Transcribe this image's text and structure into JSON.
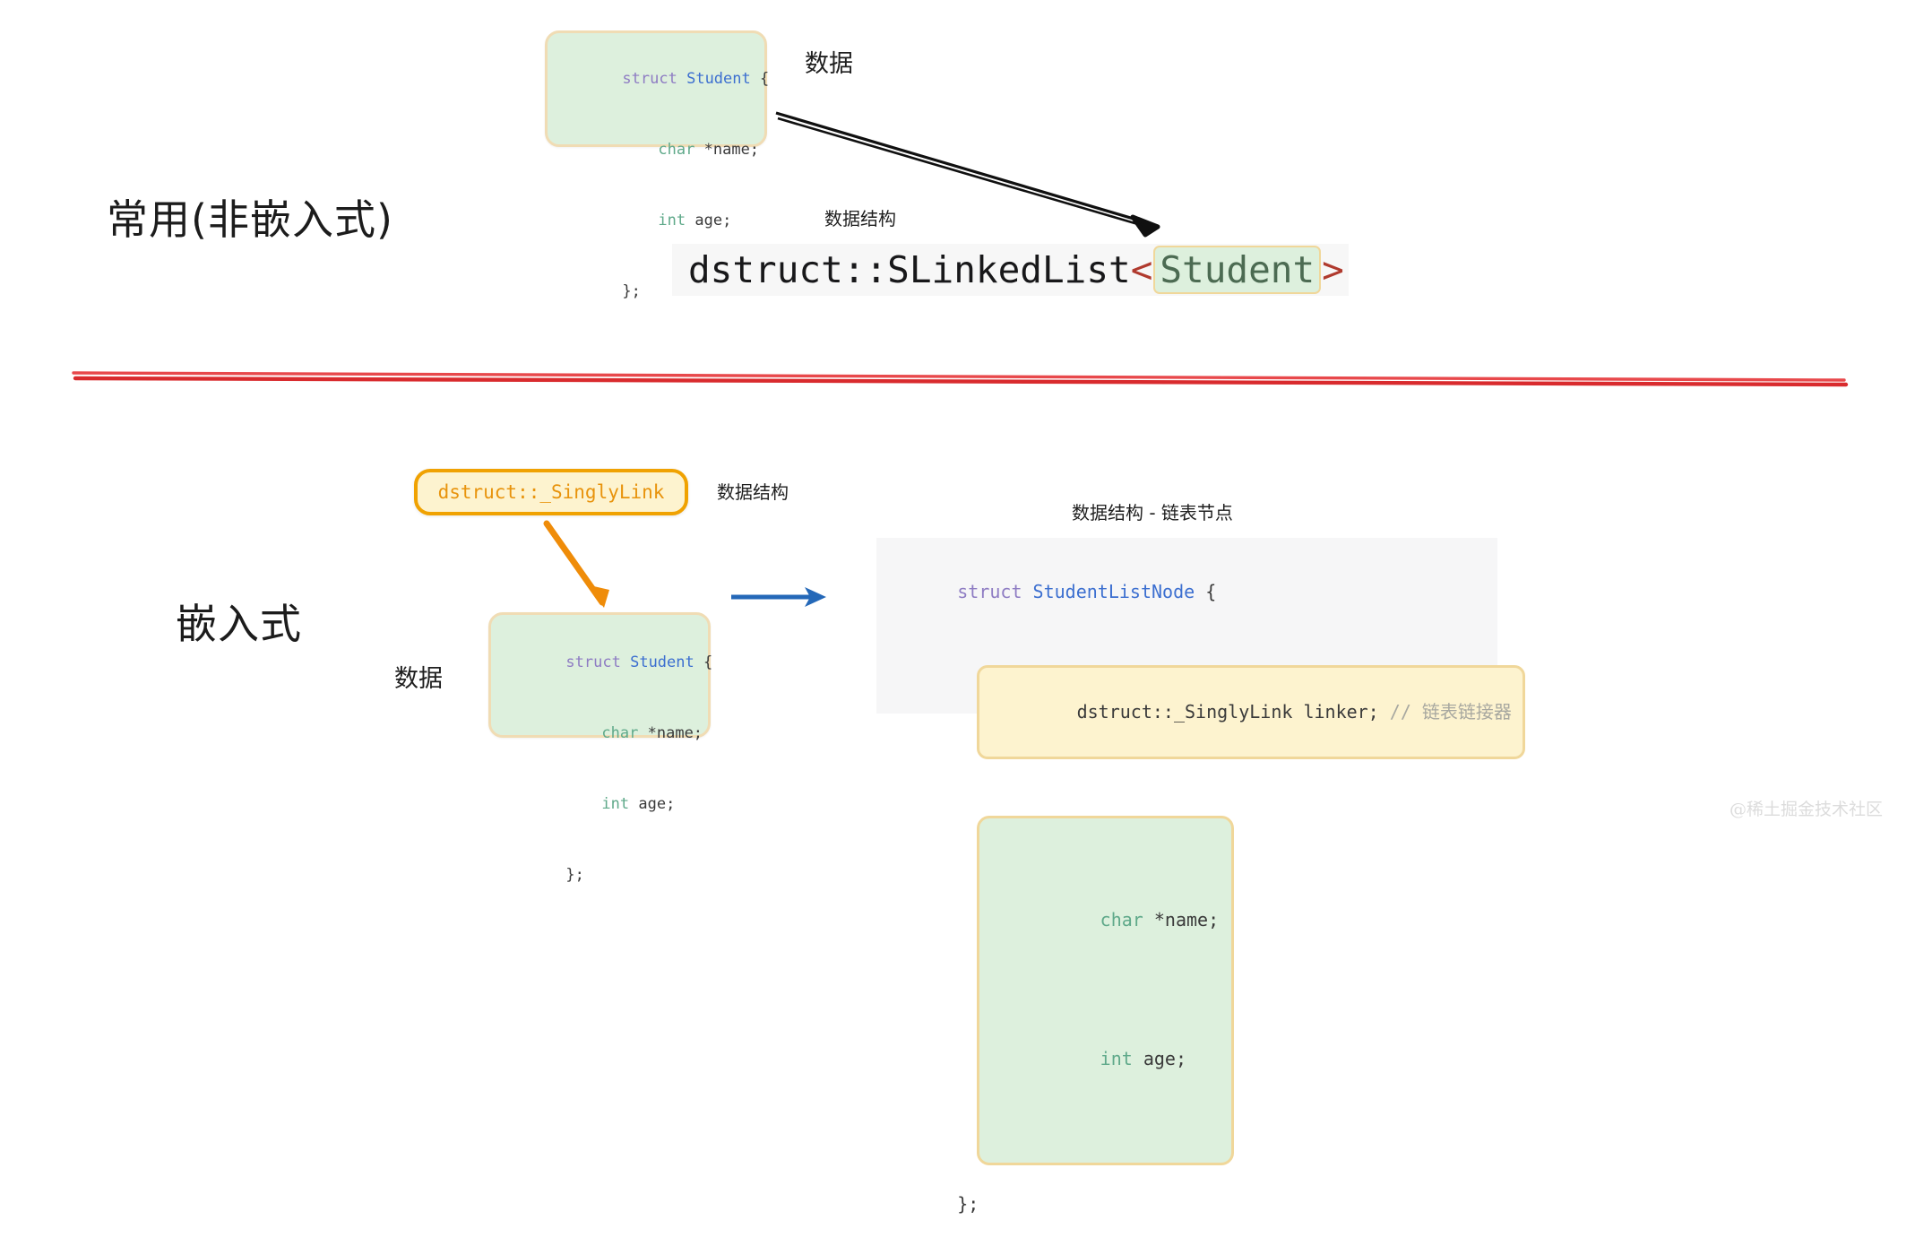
{
  "sections": {
    "top": {
      "title": "常用(非嵌入式)",
      "data_label": "数据",
      "ds_label": "数据结构",
      "struct_code": {
        "line1_kw": "struct",
        "line1_type": "Student",
        "line1_brace": "{",
        "line2_type": "char",
        "line2_rest": "*name;",
        "line3_type": "int",
        "line3_rest": "age;",
        "line4": "};"
      },
      "banner": {
        "prefix": "dstruct::SLinkedList",
        "open_angle": "<",
        "param": "Student",
        "close_angle": ">"
      }
    },
    "bottom": {
      "title": "嵌入式",
      "data_label": "数据",
      "ds_label": "数据结构",
      "node_label": "数据结构 - 链表节点",
      "pill_text": "dstruct::_SinglyLink",
      "struct_code": {
        "line1_kw": "struct",
        "line1_type": "Student",
        "line1_brace": "{",
        "line2_type": "char",
        "line2_rest": "*name;",
        "line3_type": "int",
        "line3_rest": "age;",
        "line4": "};"
      },
      "node_code": {
        "line1_kw": "struct",
        "line1_type": "StudentListNode",
        "line1_brace": "{",
        "linker_line": "dstruct::_SinglyLink linker;",
        "linker_comment": "// 链表链接器",
        "line3_type": "char",
        "line3_rest": "*name;",
        "line4_type": "int",
        "line4_rest": "age;",
        "line5": "};"
      }
    }
  },
  "divider": {
    "color": "#e03131"
  },
  "arrows": {
    "black_label": "black-arrow",
    "orange_color": "#ef8c09",
    "blue_color": "#2468b8",
    "black_color": "#101010"
  },
  "watermark": {
    "text": "@稀土掘金技术社区"
  }
}
